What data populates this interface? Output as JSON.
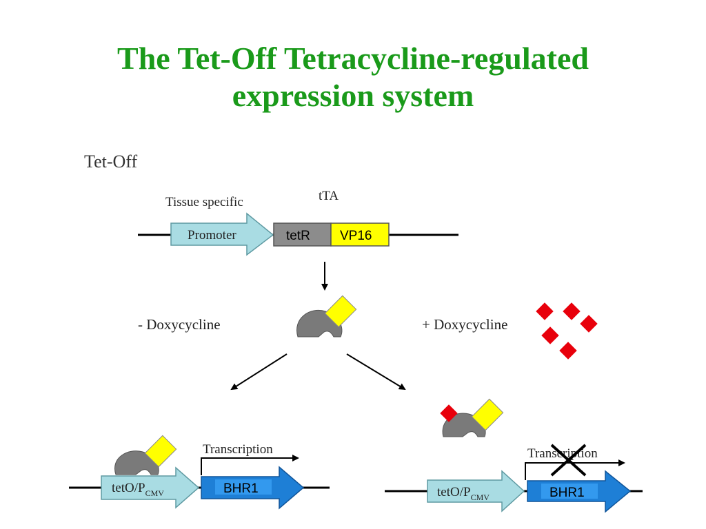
{
  "title": {
    "line1": "The Tet-Off Tetracycline-regulated",
    "line2": "expression system"
  },
  "diagram": {
    "system_label": "Tet-Off",
    "tissue_specific_label": "Tissue specific",
    "tta_label": "tTA",
    "promoter_label": "Promoter",
    "tetr_label": "tetR",
    "vp16_label": "VP16",
    "minus_dox_label": "- Doxycycline",
    "plus_dox_label": "+ Doxycycline",
    "left_construct": {
      "transcription_label": "Transcription",
      "teto_label": "tetO/P",
      "teto_subscript": "CMV",
      "gene_label": "BHR1"
    },
    "right_construct": {
      "transcription_label": "Transcription",
      "teto_label": "tetO/P",
      "teto_subscript": "CMV",
      "gene_label": "BHR1"
    }
  },
  "colors": {
    "title_green": "#1a9a1a",
    "promoter_fill": "#a9dce3",
    "tetr_fill": "#8c8c8c",
    "vp16_fill": "#ffff00",
    "doxycycline_red": "#e8000b",
    "gene_blue": "#1e7fd6"
  }
}
